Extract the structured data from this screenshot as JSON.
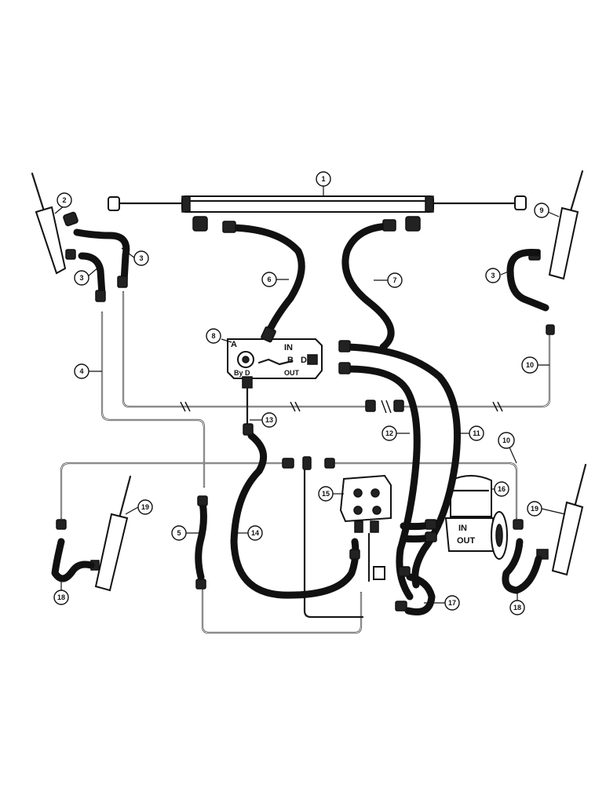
{
  "diagram": {
    "callouts": {
      "c1": "1",
      "c2": "2",
      "c3a": "3",
      "c3b": "3",
      "c3c": "3",
      "c4": "4",
      "c5": "5",
      "c6": "6",
      "c7": "7",
      "c8": "8",
      "c9": "9",
      "c10a": "10",
      "c10b": "10",
      "c11": "11",
      "c12": "12",
      "c13": "13",
      "c14": "14",
      "c15": "15",
      "c16": "16",
      "c17": "17",
      "c18a": "18",
      "c18b": "18",
      "c19a": "19",
      "c19b": "19"
    },
    "valve_markings": {
      "a": "A",
      "in": "IN",
      "b": "B",
      "d": "D",
      "byd": "By D",
      "out": "OUT"
    },
    "pump_markings": {
      "in": "IN",
      "out": "OUT"
    }
  }
}
